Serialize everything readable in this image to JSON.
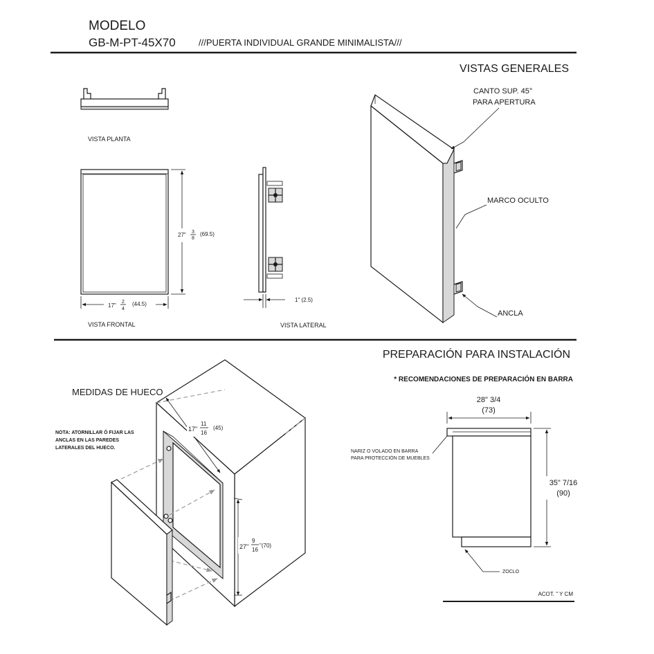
{
  "header": {
    "modelo_label": "MODELO",
    "model_code": "GB-M-PT-45X70",
    "model_desc": "///PUERTA INDIVIDUAL GRANDE MINIMALISTA///"
  },
  "general_views": {
    "title": "VISTAS GENERALES",
    "plan_label": "VISTA PLANTA",
    "front_label": "VISTA FRONTAL",
    "side_label": "VISTA LATERAL",
    "front_height_whole": "27\"",
    "front_height_num": "3",
    "front_height_den": "8",
    "front_height_cm": "(69.5)",
    "front_width_whole": "17\"",
    "front_width_num": "2",
    "front_width_den": "4",
    "front_width_cm": "(44.5)",
    "side_thickness": "1\" (2.5)",
    "callout_edge_1": "CANTO SUP. 45°",
    "callout_edge_2": "PARA APERTURA",
    "callout_frame": "MARCO OCULTO",
    "callout_anchor": "ANCLA"
  },
  "installation": {
    "title": "PREPARACIÓN PARA INSTALACIÓN",
    "subtitle": "* RECOMENDACIONES DE PREPARACIÓN EN BARRA",
    "hollow_title": "MEDIDAS DE HUECO",
    "note_1": "NOTA: ATORNILLAR Ó FIJAR LAS",
    "note_2": "ANCLAS   EN   LAS   PAREDES",
    "note_3": "LATERALES DEL HUECO.",
    "hollow_width_whole": "17\"",
    "hollow_width_num": "11",
    "hollow_width_den": "16",
    "hollow_width_cm": "(45)",
    "hollow_height_whole": "27\"",
    "hollow_height_num": "9",
    "hollow_height_den": "16",
    "hollow_height_cm": "\"(70)",
    "bar_width": "28\" 3/4",
    "bar_width_cm": "(73)",
    "bar_height": "35\" 7/16",
    "bar_height_cm": "(90)",
    "nose_note_1": "NARIZ O VOLADO EN BARRA",
    "nose_note_2": "PARA PROTECCIÓN DE MUEBLES",
    "plinth_label": "ZOCLO",
    "units_note": "ACOT. \" Y CM"
  }
}
